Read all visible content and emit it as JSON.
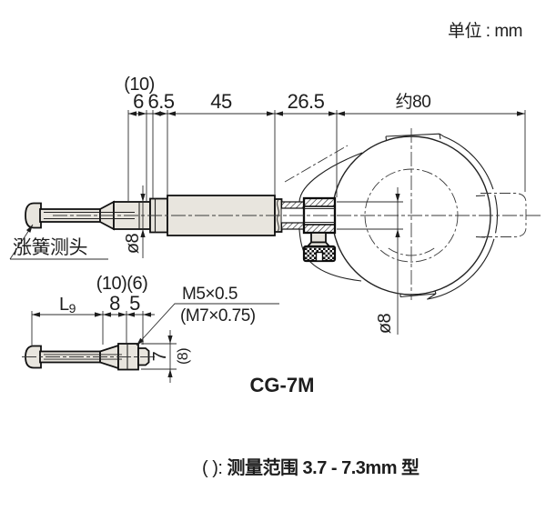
{
  "page": {
    "unit_label": "单位 : mm",
    "model_label": "CG-7M",
    "note_prefix": "( ): ",
    "note_body": "测量范围 3.7 - 7.3mm 型"
  },
  "main_view": {
    "probe_tip_label": "涨簧测头",
    "dims": {
      "alt_10": "(10)",
      "d_6": "6",
      "d_6_5": "6.5",
      "d_45": "45",
      "d_26_5": "26.5",
      "d_approx_80": "约80",
      "stem_dia": "ø8",
      "dial_stem_dia": "ø8"
    }
  },
  "detail_view": {
    "dims": {
      "contact_len": "L",
      "contact_len_sub": "9",
      "alt_10_6": "(10)(6)",
      "d_8": "8",
      "d_5": "5",
      "thread": "M5×0.5",
      "thread_alt": "(M7×0.75)",
      "d_7": "7",
      "alt_8": "(8)"
    }
  }
}
